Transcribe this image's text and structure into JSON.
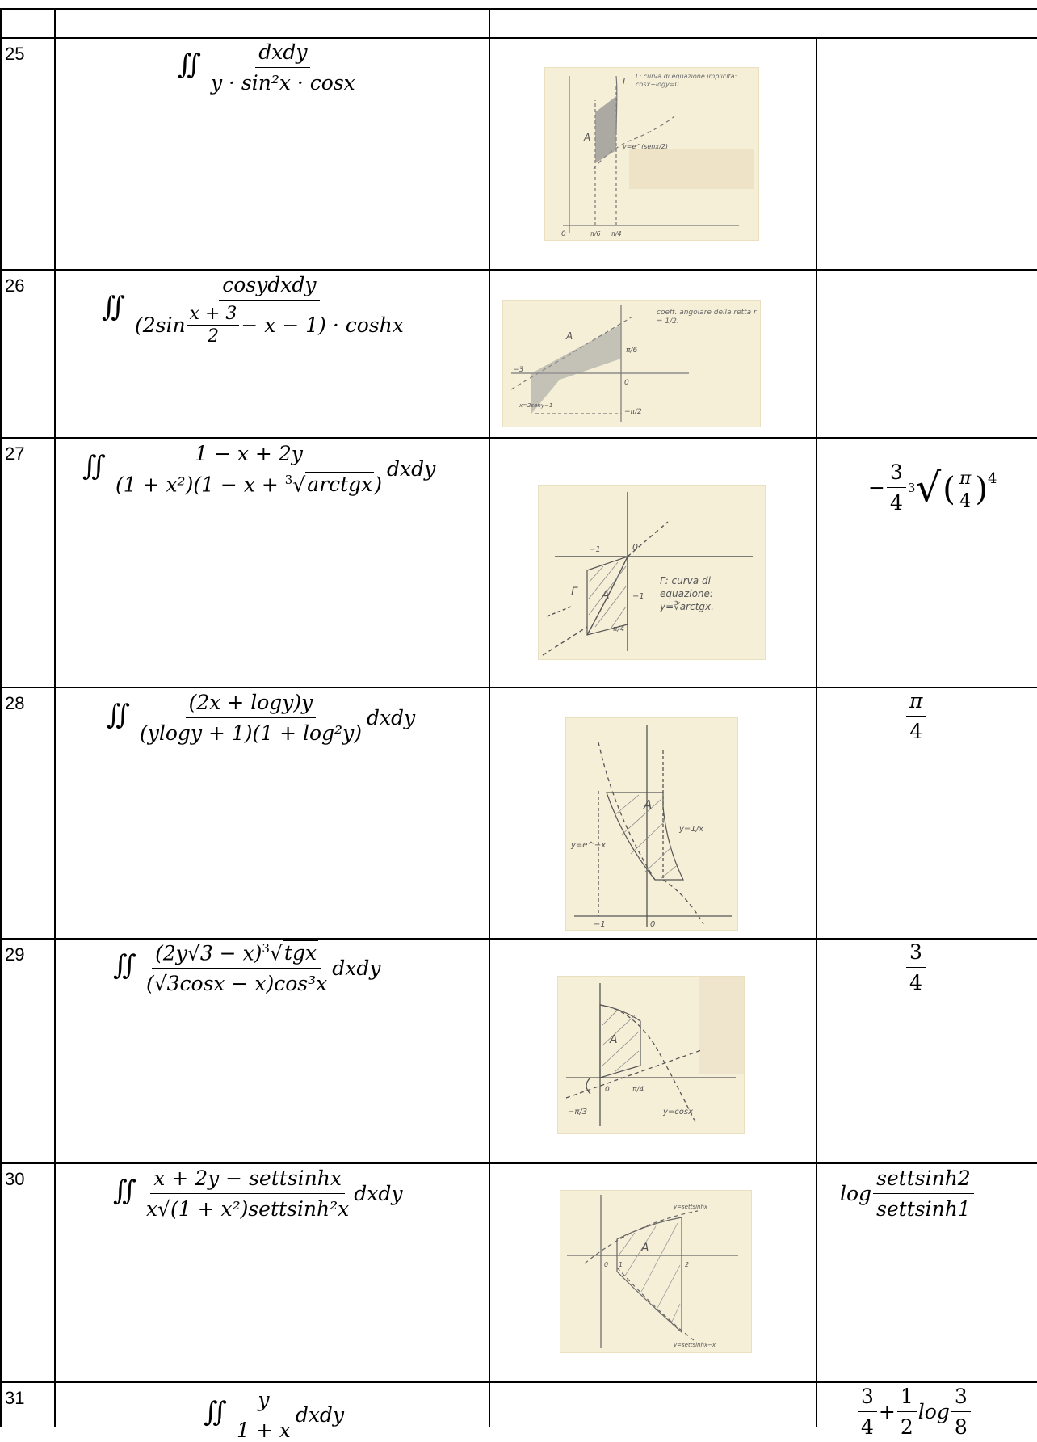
{
  "rows": [
    {
      "number": "25",
      "integral": {
        "numerator": "dxdy",
        "denominator": "y · sin²x · cosx"
      },
      "figure": {
        "labels": [
          "A",
          "Γ",
          "y=e^(senx/2)",
          "0",
          "π/6",
          "π/4",
          "Γ: curva di equazione implicita: cosx−logy=0."
        ]
      },
      "result": ""
    },
    {
      "number": "26",
      "integral": {
        "numerator": "cosydxdy",
        "denominator_pre": "(2sin",
        "denominator_frac_num": "x + 3",
        "denominator_frac_den": "2",
        "denominator_post": "− x − 1) · coshx"
      },
      "figure": {
        "labels": [
          "A",
          "−3",
          "π/6",
          "0",
          "−π/2",
          "x=2seny−1",
          "coeff. angolare della retta r = 1/2."
        ]
      },
      "result": ""
    },
    {
      "number": "27",
      "integral": {
        "numerator": "1 − x + 2y",
        "denominator_pre": "(1 + x²)(1 − x + ",
        "denominator_root_index": "3",
        "denominator_root_body": "arctgx",
        "denominator_post": ")",
        "suffix": "dxdy"
      },
      "figure": {
        "labels": [
          "A",
          "Γ",
          "−1",
          "0",
          "−1",
          "π/4",
          "Γ: curva di equazione: y=∛arctgx."
        ]
      },
      "result": {
        "sign": "−",
        "frac_num": "3",
        "frac_den": "4",
        "root_index": "3",
        "inner_num": "π",
        "inner_den": "4",
        "exponent": "4"
      }
    },
    {
      "number": "28",
      "integral": {
        "numerator": "(2x + logy)y",
        "denominator": "(ylogy + 1)(1 + log²y)",
        "suffix": "dxdy"
      },
      "figure": {
        "labels": [
          "A",
          "y=e^−x",
          "y=1/x",
          "−1",
          "0"
        ]
      },
      "result": {
        "frac_num": "π",
        "frac_den": "4"
      }
    },
    {
      "number": "29",
      "integral": {
        "numerator_pre": "(2y√3 − x)",
        "numerator_root_index": "3",
        "numerator_root_body": "tgx",
        "denominator": "(√3cosx − x)cos³x",
        "suffix": "dxdy"
      },
      "figure": {
        "labels": [
          "A",
          "−π/3",
          "0",
          "π/4",
          "y=cosx"
        ]
      },
      "result": {
        "frac_num": "3",
        "frac_den": "4"
      }
    },
    {
      "number": "30",
      "integral": {
        "numerator": "x + 2y − settsinhx",
        "denominator": "x√(1 + x²)settsinh²x",
        "suffix": "dxdy"
      },
      "figure": {
        "labels": [
          "A",
          "0",
          "1",
          "2",
          "y=settsinhx",
          "y=settsinhx−x"
        ]
      },
      "result": {
        "prefix": "log",
        "frac_num": "settsinh2",
        "frac_den": "settsinh1"
      }
    },
    {
      "number": "31",
      "integral": {
        "numerator": "y",
        "denominator": "1 + x",
        "suffix": "dxdy"
      },
      "result": {
        "a_num": "3",
        "a_den": "4",
        "plus": "+",
        "b_num": "1",
        "b_den": "2",
        "log": "log",
        "c_num": "3",
        "c_den": "8"
      }
    }
  ]
}
